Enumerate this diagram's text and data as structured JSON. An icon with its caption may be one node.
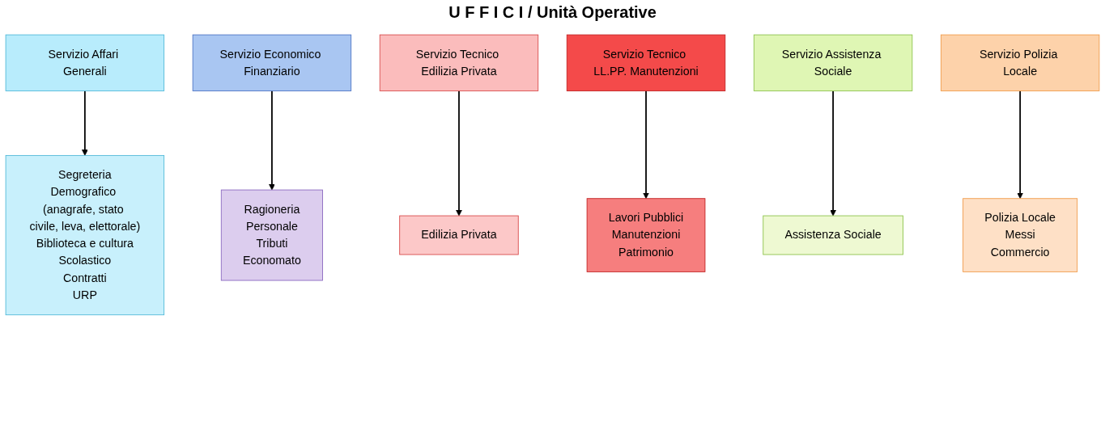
{
  "diagram": {
    "title": "U F F I C I / Unità Operative",
    "nodes": [
      {
        "text": [
          "Servizio Affari Generali"
        ]
      },
      {
        "text": [
          "Servizio Economico Finanziario"
        ]
      },
      {
        "text": [
          "Servizio Tecnico Edilizia Privata"
        ]
      },
      {
        "text": [
          "Servizio Tecnico LL.PP. Manutenzioni"
        ]
      },
      {
        "text": [
          "Servizio Assistenza Sociale"
        ]
      },
      {
        "text": [
          "Servizio Polizia Locale"
        ]
      },
      {
        "text": [
          "Segreteria",
          "Demografico (anagrafe, stato civile, leva, elettorale)",
          "Biblioteca e cultura",
          "Scolastico",
          "Contratti",
          "URP"
        ]
      },
      {
        "text": [
          "Ragioneria",
          "Personale",
          "Tributi",
          "Economato"
        ]
      },
      {
        "text": [
          "Edilizia Privata"
        ]
      },
      {
        "text": [
          "Lavori Pubblici",
          "Manutenzioni",
          "Patrimonio"
        ]
      },
      {
        "text": [
          "Assistenza Sociale"
        ]
      },
      {
        "text": [
          "Polizia Locale",
          "Messi",
          "Commercio"
        ]
      }
    ],
    "edges": [
      {
        "from": 0,
        "to": 6,
        "arrow": "to"
      },
      {
        "from": 1,
        "to": 7,
        "arrow": "to"
      },
      {
        "from": 2,
        "to": 8,
        "arrow": "to"
      },
      {
        "from": 3,
        "to": 9,
        "arrow": "to"
      },
      {
        "from": 4,
        "to": 10,
        "arrow": "to"
      },
      {
        "from": 5,
        "to": 11,
        "arrow": "to"
      }
    ]
  }
}
